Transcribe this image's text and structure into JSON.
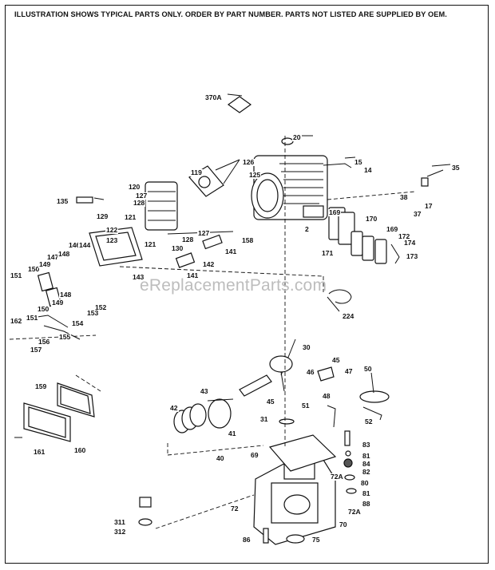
{
  "header": {
    "notice": "ILLUSTRATION SHOWS TYPICAL PARTS ONLY. ORDER BY PART NUMBER. PARTS NOT LISTED ARE SUPPLIED BY OEM."
  },
  "watermark": "eReplacementParts.com",
  "callouts": [
    "370A",
    "20",
    "126",
    "125",
    "119",
    "15",
    "14",
    "35",
    "38",
    "17",
    "37",
    "120",
    "127",
    "128",
    "135",
    "129",
    "121",
    "122",
    "123",
    "121",
    "127",
    "128",
    "130",
    "158",
    "2",
    "169",
    "170",
    "169",
    "172",
    "174",
    "173",
    "171",
    "141",
    "142",
    "141",
    "146",
    "144",
    "147",
    "148",
    "150",
    "149",
    "151",
    "143",
    "150",
    "148",
    "149",
    "152",
    "153",
    "151",
    "154",
    "155",
    "162",
    "156",
    "157",
    "224",
    "30",
    "45",
    "47",
    "46",
    "48",
    "50",
    "43",
    "45",
    "51",
    "52",
    "42",
    "41",
    "40",
    "31",
    "83",
    "81",
    "84",
    "82",
    "80",
    "72A",
    "81",
    "88",
    "69",
    "72",
    "72A",
    "70",
    "311",
    "312",
    "86",
    "75",
    "159",
    "161",
    "160"
  ]
}
